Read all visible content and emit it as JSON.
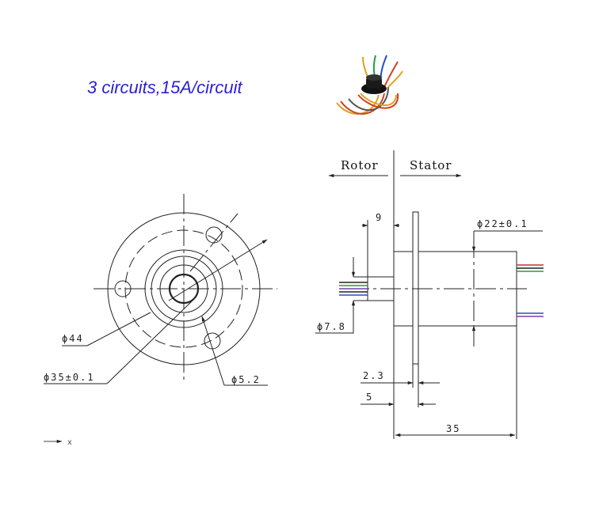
{
  "headline": "3 circuits,15A/circuit",
  "labels": {
    "rotor": "Rotor",
    "stator": "Stator",
    "d44": "ϕ44",
    "d35": "ϕ35±0.1",
    "d5_2": "ϕ5.2",
    "d7_8": "ϕ7.8",
    "d22": "ϕ22±0.1",
    "dim9": "9",
    "dim2_3": "2.3",
    "dim5": "5",
    "dim35": "35",
    "axis_x": "x"
  },
  "colors": {
    "headline": "#2a1fd6",
    "line": "#222222"
  },
  "icons": {
    "product": "slip-ring-photo-icon",
    "axis": "axis-arrow-icon"
  }
}
